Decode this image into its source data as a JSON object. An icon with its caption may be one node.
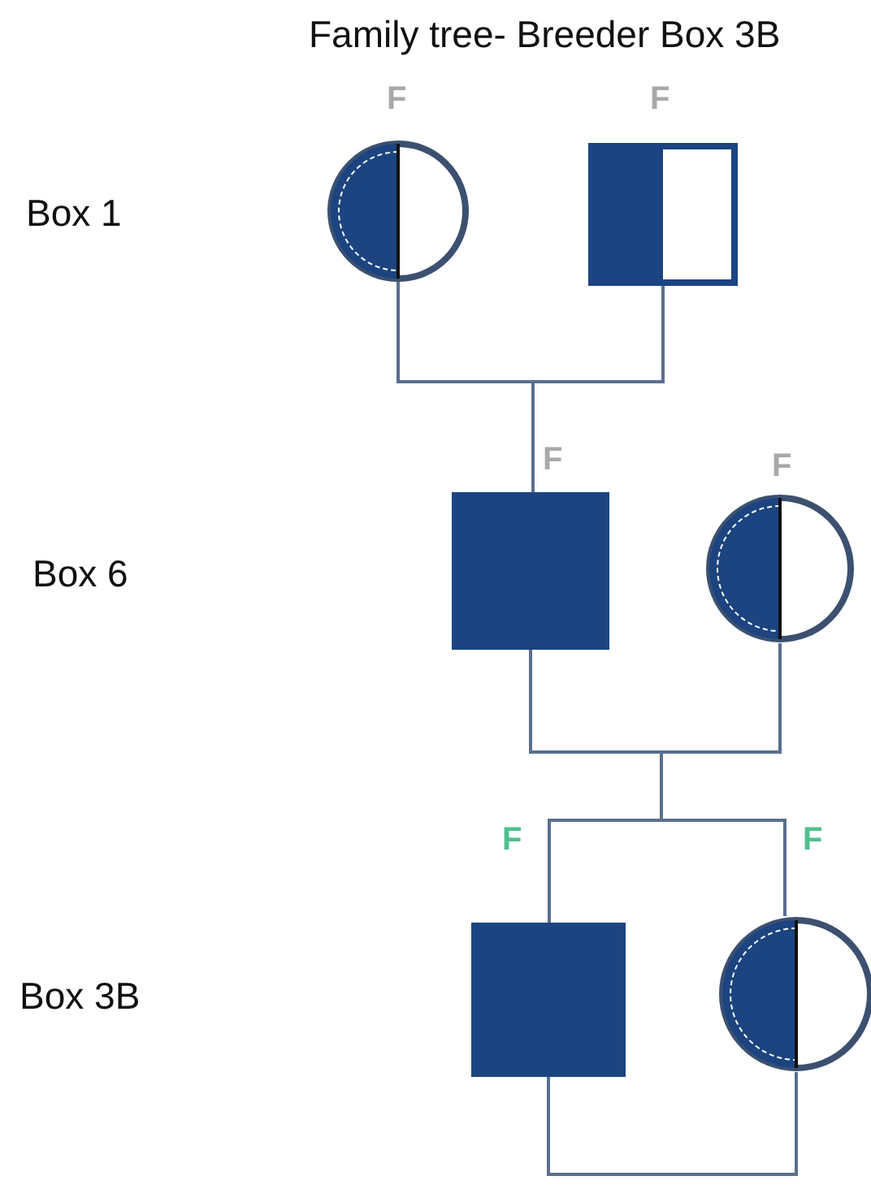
{
  "diagram": {
    "title": "Family tree- Breeder Box 3B",
    "nodes": [
      {
        "text": [],
        "shape": "circle",
        "beside": [
          "F"
        ]
      },
      {
        "text": [],
        "shape": "box",
        "beside": [
          "F"
        ]
      },
      {
        "text": [],
        "shape": "box",
        "beside": [
          "F"
        ]
      },
      {
        "text": [],
        "shape": "circle",
        "beside": [
          "F"
        ]
      },
      {
        "text": [],
        "shape": "box",
        "beside": [
          "F"
        ]
      },
      {
        "text": [],
        "shape": "circle",
        "beside": [
          "F"
        ]
      }
    ],
    "edges": [
      {
        "from": 0,
        "to": 2,
        "arrow": "none"
      },
      {
        "from": 1,
        "to": 2,
        "arrow": "none"
      },
      {
        "from": 2,
        "to": 4,
        "arrow": "none"
      },
      {
        "from": 3,
        "to": 4,
        "arrow": "none"
      },
      {
        "from": 2,
        "to": 5,
        "arrow": "none"
      },
      {
        "from": 3,
        "to": 5,
        "arrow": "none"
      },
      {
        "from": 4,
        "to": null,
        "arrow": "none"
      },
      {
        "from": 5,
        "to": null,
        "arrow": "none"
      }
    ],
    "labels": [
      "Box 1",
      "Box 6",
      "Box 3B"
    ]
  }
}
